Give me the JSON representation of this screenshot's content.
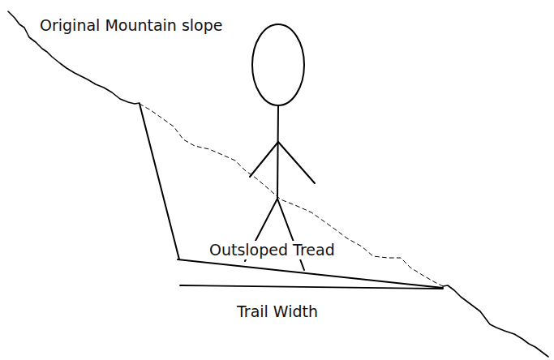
{
  "diagram": {
    "labels": [
      "Original Mountain slope",
      "Outsloped Tread",
      "Trail Width"
    ]
  }
}
